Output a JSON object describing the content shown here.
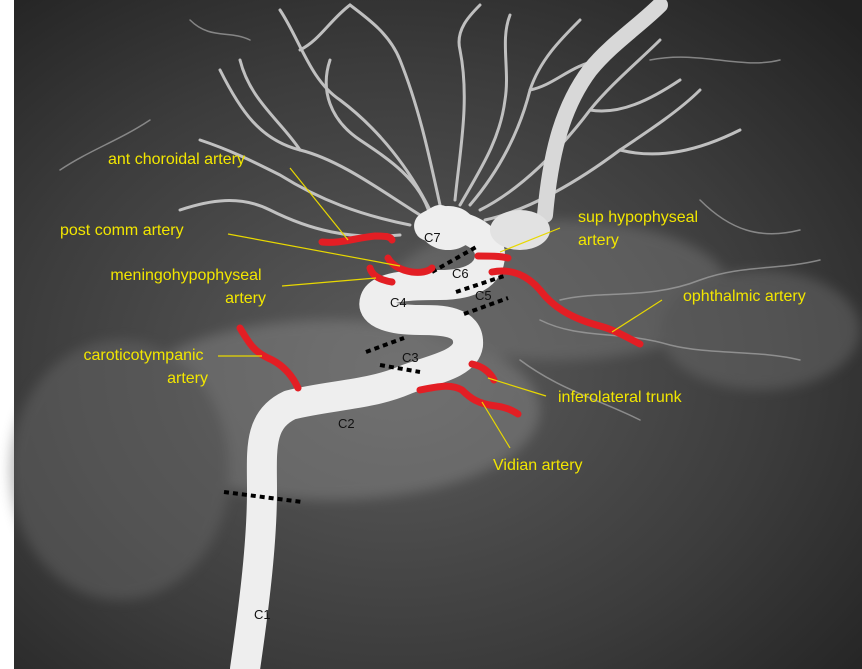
{
  "colors": {
    "background": "#ffffff",
    "image": "#3a3a3a",
    "vessel": "#e6e6e6",
    "branch": "#e31e24",
    "label": "#f2e600",
    "segment_text": "#111111",
    "divider": "#000000"
  },
  "segments": {
    "c1": "C1",
    "c2": "C2",
    "c3": "C3",
    "c4": "C4",
    "c5": "C5",
    "c6": "C6",
    "c7": "C7"
  },
  "labels": {
    "ant_choroidal": [
      "ant choroidal artery"
    ],
    "post_comm": [
      "post comm artery"
    ],
    "meningohypophyseal": [
      "meningohypophyseal",
      "artery"
    ],
    "caroticotympanic": [
      "caroticotympanic",
      "artery"
    ],
    "sup_hypophyseal": [
      "sup hypophyseal",
      "artery"
    ],
    "ophthalmic": [
      "ophthalmic artery"
    ],
    "inferolateral": [
      "inferolateral trunk"
    ],
    "vidian": [
      "Vidian artery"
    ]
  }
}
